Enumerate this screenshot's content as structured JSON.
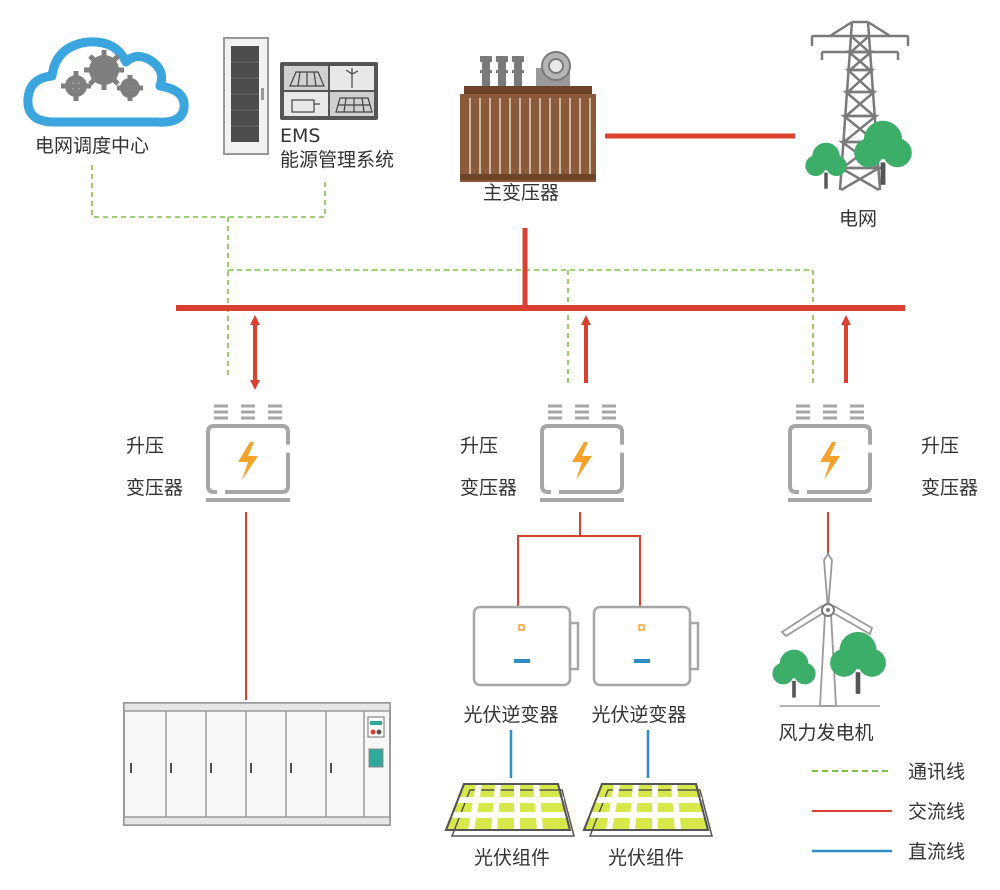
{
  "colors": {
    "comm": "#7dc242",
    "ac": "#d9402f",
    "dc": "#2f8fc4",
    "device_gray": "#a6a6a6",
    "cloud": "#3aa6dd",
    "bolt": "#f4a22a",
    "panel_yellow": "#d7e84a",
    "tree": "#3dae6a",
    "wood": "#8a5a3c"
  },
  "nodes": {
    "dispatch_center": "电网调度中心",
    "ems_line1": "EMS",
    "ems_line2": "能源管理系统",
    "main_transformer": "主变压器",
    "grid": "电网",
    "step_up_line1": "升压",
    "step_up_line2": "变压器",
    "pv_inverter": "光伏逆变器",
    "pv_module": "光伏组件",
    "wind_turbine": "风力发电机"
  },
  "legend": {
    "comm_line": "通讯线",
    "ac_line": "交流线",
    "dc_line": "直流线"
  },
  "icons": [
    "cloud-gear-icon",
    "server-rack-icon",
    "transformer-icon",
    "pylon-icon",
    "tree-icon",
    "bolt-icon",
    "inverter-icon",
    "solar-panel-icon",
    "wind-turbine-icon",
    "battery-cabinet-icon"
  ]
}
